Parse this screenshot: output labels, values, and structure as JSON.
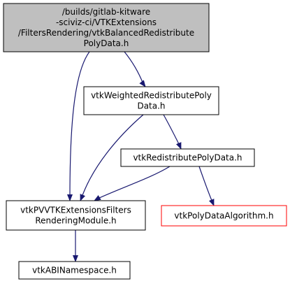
{
  "graph": {
    "nodes": [
      {
        "id": "n0",
        "lines": [
          "/builds/gitlab-kitware",
          "-sciviz-ci/VTKExtensions",
          "/FiltersRendering/vtkBalancedRedistribute",
          "PolyData.h"
        ],
        "fill": "#bfbfbf",
        "border": "#000000"
      },
      {
        "id": "n1",
        "lines": [
          "vtkWeightedRedistributePoly",
          "Data.h"
        ],
        "fill": "#ffffff",
        "border": "#000000"
      },
      {
        "id": "n2",
        "lines": [
          "vtkRedistributePolyData.h"
        ],
        "fill": "#ffffff",
        "border": "#000000"
      },
      {
        "id": "n3",
        "lines": [
          "vtkPVVTKExtensionsFilters",
          "RenderingModule.h"
        ],
        "fill": "#ffffff",
        "border": "#000000"
      },
      {
        "id": "n4",
        "lines": [
          "vtkPolyDataAlgorithm.h"
        ],
        "fill": "#ffffff",
        "border": "#ff0000"
      },
      {
        "id": "n5",
        "lines": [
          "vtkABINamespace.h"
        ],
        "fill": "#ffffff",
        "border": "#000000"
      }
    ],
    "edges": [
      {
        "from": "n0",
        "to": "n1"
      },
      {
        "from": "n0",
        "to": "n3"
      },
      {
        "from": "n1",
        "to": "n2"
      },
      {
        "from": "n1",
        "to": "n3"
      },
      {
        "from": "n2",
        "to": "n3"
      },
      {
        "from": "n2",
        "to": "n4"
      },
      {
        "from": "n3",
        "to": "n5"
      }
    ],
    "edge_color": "#191970"
  }
}
